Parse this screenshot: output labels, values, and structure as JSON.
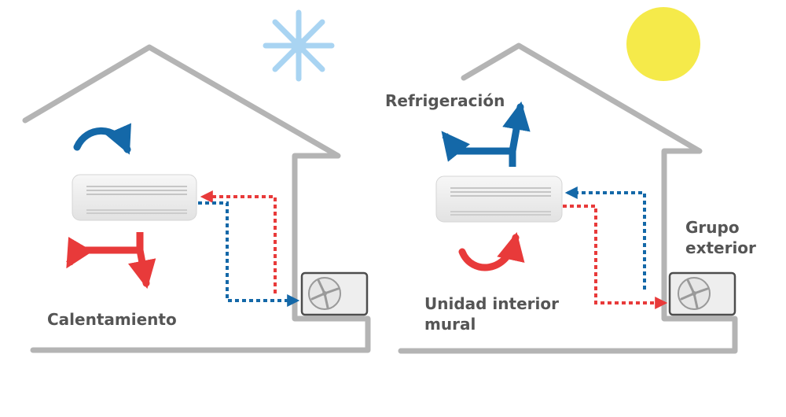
{
  "labels": {
    "heating": "Calentamiento",
    "cooling": "Refrigeración",
    "outdoor_unit_line1": "Grupo",
    "outdoor_unit_line2": "exterior",
    "indoor_unit_line1": "Unidad interior",
    "indoor_unit_line2": "mural"
  },
  "icons": {
    "winter": "snowflake-icon",
    "summer": "sun-icon"
  },
  "colors": {
    "house_outline": "#b4b4b4",
    "cold_air": "#1468a8",
    "hot_air": "#e83a3a",
    "label_text": "#555555",
    "snowflake": "#a9d4f2",
    "sun": "#f5ea4a"
  }
}
